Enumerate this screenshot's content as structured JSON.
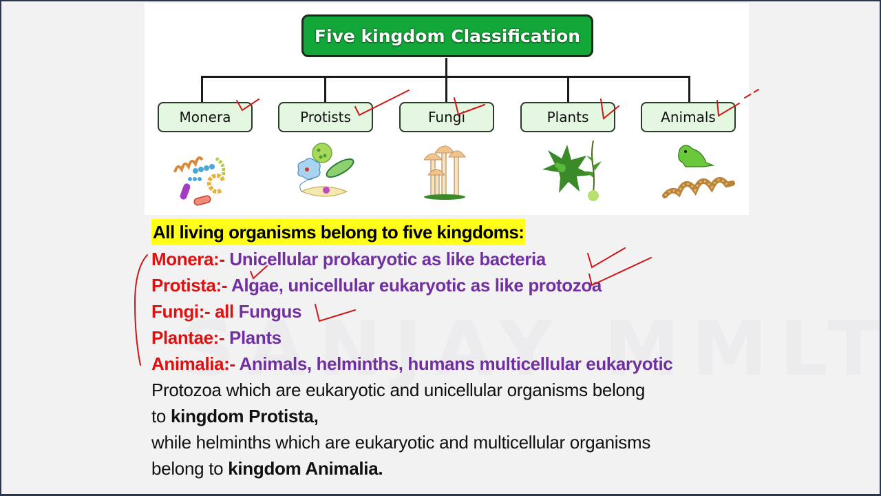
{
  "slide": {
    "diagram": {
      "title": "Five kingdom Classification",
      "kingdoms": [
        {
          "label": "Monera",
          "illustration": "bacteria-icon"
        },
        {
          "label": "Protists",
          "illustration": "protozoa-icon"
        },
        {
          "label": "Fungi",
          "illustration": "mushroom-icon"
        },
        {
          "label": "Plants",
          "illustration": "moss-fern-icon"
        },
        {
          "label": "Animals",
          "illustration": "frog-snake-icon"
        }
      ]
    },
    "headline": "All living organisms belong to five kingdoms:",
    "kingdom_list": [
      {
        "name": "Monera:-",
        "description": " Unicellular prokaryotic as like bacteria"
      },
      {
        "name": "Protista:-",
        "description": " Algae, unicellular eukaryotic as like protozoa"
      },
      {
        "name": "Fungi:- all ",
        "description": " Fungus"
      },
      {
        "name": "Plantae:-",
        "description": " Plants"
      },
      {
        "name": "Animalia:-",
        "description": " Animals, helminths, humans multicellular eukaryotic"
      }
    ],
    "paragraph1": {
      "text": "Protozoa which are eukaryotic and unicellular organisms belong",
      "line2_prefix": "to ",
      "line2_bold": "kingdom Protista,"
    },
    "paragraph2": {
      "text": "while helminths which are eukaryotic and multicellular organisms",
      "line2_prefix": "belong to ",
      "line2_bold": "kingdom Animalia."
    },
    "watermark": "SANJAY MMLT",
    "colors": {
      "title_green": "#13a73a",
      "node_fill": "#e4f7e1",
      "highlight_yellow": "#ffff1a",
      "kingdom_red": "#e01010",
      "description_purple": "#7030a0",
      "annotation_red": "#d01515",
      "frame_navy": "#2b3550"
    }
  }
}
